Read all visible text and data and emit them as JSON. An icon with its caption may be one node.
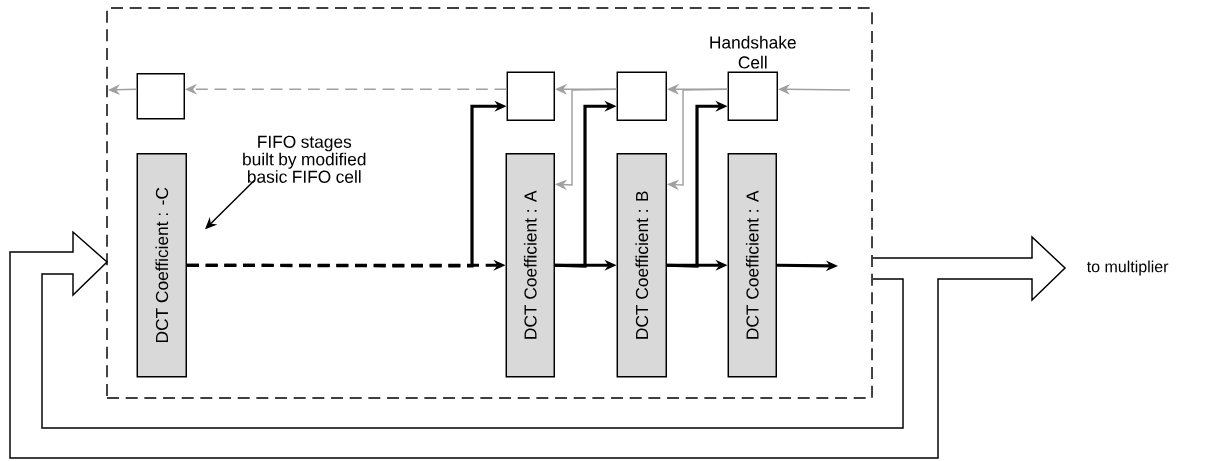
{
  "diagram": {
    "nodes": [
      {
        "text": [],
        "shape": "box"
      },
      {
        "text": [],
        "shape": "box",
        "in": 0
      },
      {
        "text": [
          "DCT Coefficient : -C"
        ],
        "in": 0
      },
      {
        "text": [],
        "shape": "box",
        "in": 0
      },
      {
        "text": [
          "DCT Coefficient : A"
        ],
        "in": 0
      },
      {
        "text": [],
        "shape": "box",
        "in": 0
      },
      {
        "text": [
          "DCT Coefficient : B"
        ],
        "in": 0
      },
      {
        "text": [
          "Handshake Cell"
        ],
        "in": 0
      },
      {
        "text": [
          "DCT Coefficient : A"
        ],
        "in": 0
      },
      {
        "text": [
          "FIFO stages built by modified basic FIFO cell"
        ],
        "in": 0
      }
    ],
    "edges": [
      {
        "from": null,
        "to": 7,
        "arrow": "to",
        "color": "#a0a0a0"
      },
      {
        "from": 7,
        "to": 5,
        "arrow": "to",
        "color": "#a0a0a0"
      },
      {
        "from": 7,
        "to": 6,
        "arrow": "to",
        "color": "#a0a0a0"
      },
      {
        "from": 5,
        "to": 3,
        "arrow": "to",
        "color": "#a0a0a0"
      },
      {
        "from": 5,
        "to": 4,
        "arrow": "to",
        "color": "#a0a0a0"
      },
      {
        "from": 3,
        "to": 1,
        "arrow": "to",
        "style": "dashed",
        "color": "#a0a0a0"
      },
      {
        "from": 1,
        "to": null,
        "arrow": "to",
        "color": "#a0a0a0"
      },
      {
        "from": 2,
        "to": 4,
        "arrow": "to",
        "style": "dashed"
      },
      {
        "from": 2,
        "to": 3,
        "arrow": "to",
        "style": "dashed"
      },
      {
        "from": 4,
        "to": 6,
        "arrow": "to"
      },
      {
        "from": 4,
        "to": 5,
        "arrow": "to"
      },
      {
        "from": 6,
        "to": 8,
        "arrow": "to"
      },
      {
        "from": 6,
        "to": 7,
        "arrow": "to"
      },
      {
        "from": 8,
        "to": null,
        "arrow": "to"
      },
      {
        "from": 9,
        "to": 2,
        "arrow": "to"
      }
    ],
    "labels": [
      "to multiplier"
    ]
  }
}
